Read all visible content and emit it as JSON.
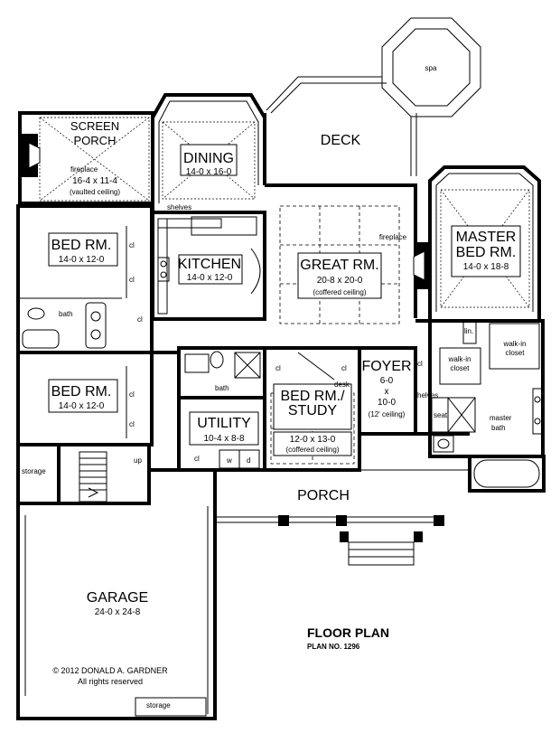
{
  "plan": {
    "title": "FLOOR PLAN",
    "plan_no": "PLAN NO. 1296",
    "copyright_line1": "© 2012 DONALD A. GARDNER",
    "copyright_line2": "All rights reserved"
  },
  "rooms": {
    "screen_porch": {
      "name1": "SCREEN",
      "name2": "PORCH",
      "dim": "16-4 x 11-4",
      "note": "(vaulted ceiling)",
      "fireplace": "fireplace"
    },
    "dining": {
      "name": "DINING",
      "dim": "14-0 x 16-0"
    },
    "deck": {
      "name": "DECK"
    },
    "spa": {
      "name": "spa"
    },
    "kitchen": {
      "name": "KITCHEN",
      "dim": "14-0 x 12-0",
      "shelves": "shelves"
    },
    "great_room": {
      "name": "GREAT RM.",
      "dim": "20-8 x 20-0",
      "note": "(coffered ceiling)",
      "fireplace": "fireplace"
    },
    "master_bedroom": {
      "name1": "MASTER",
      "name2": "BED RM.",
      "dim": "14-0 x 18-8"
    },
    "bedroom_1": {
      "name": "BED RM.",
      "dim": "14-0 x 12-0"
    },
    "bedroom_2": {
      "name": "BED RM.",
      "dim": "14-0 x 12-0"
    },
    "bed_study": {
      "name1": "BED RM./",
      "name2": "STUDY",
      "dim": "12-0 x 13-0",
      "note": "(coffered ceiling)",
      "desk": "desk"
    },
    "foyer": {
      "name": "FOYER",
      "dim1": "6-0",
      "dim2": "x",
      "dim3": "10-0",
      "note": "(12' ceiling)",
      "shelves": "shelves"
    },
    "utility": {
      "name": "UTILITY",
      "dim": "10-4 x 8-8",
      "washer": "w",
      "dryer": "d"
    },
    "porch": {
      "name": "PORCH"
    },
    "garage": {
      "name": "GARAGE",
      "dim": "24-0 x 24-8"
    },
    "master_bath": {
      "name1": "master",
      "name2": "bath",
      "seat": "seat"
    },
    "walk_in_closet_1": {
      "name1": "walk-in",
      "name2": "closet"
    },
    "walk_in_closet_2": {
      "name1": "walk-in",
      "name2": "closet"
    }
  },
  "labels": {
    "cl": "cl",
    "bath": "bath",
    "storage": "storage",
    "up": "up",
    "lin": "lin."
  }
}
